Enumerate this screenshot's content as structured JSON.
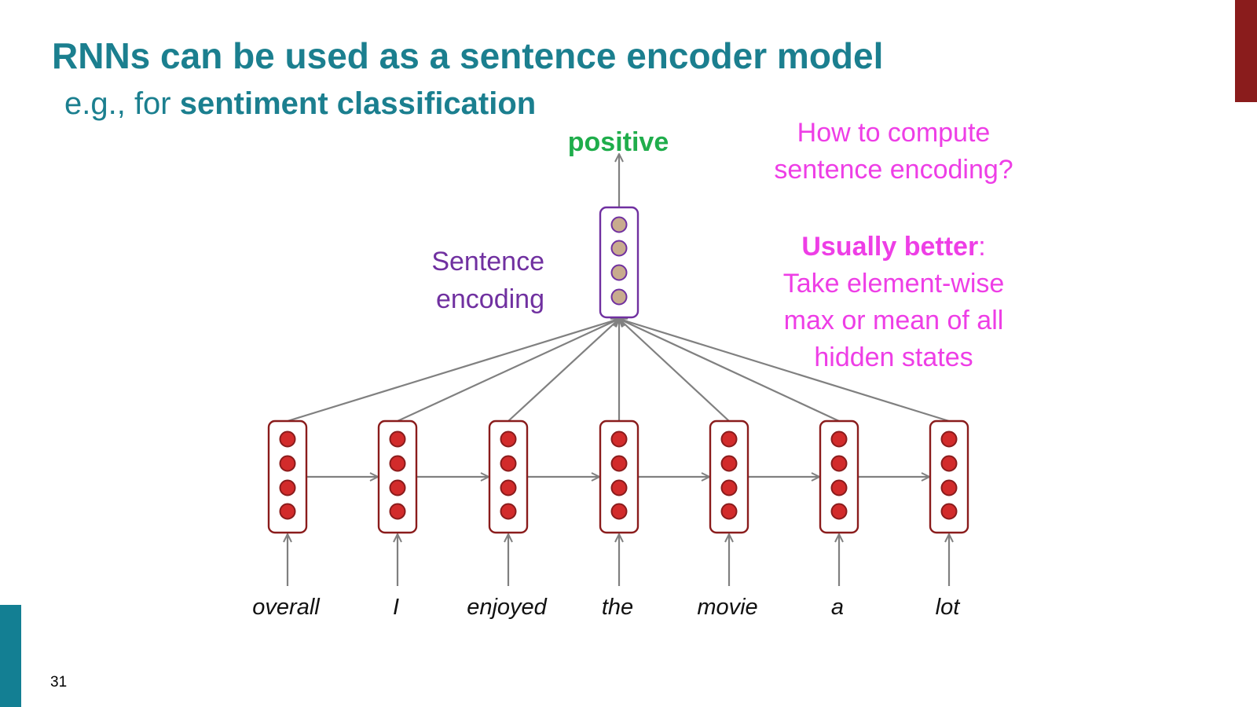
{
  "slide": {
    "title": "RNNs can be used as a sentence encoder model",
    "subtitle_prefix": "e.g., for ",
    "subtitle_bold": "sentiment classification",
    "page_number": "31"
  },
  "diagram": {
    "output_label": "positive",
    "encoding_label_line1": "Sentence",
    "encoding_label_line2": "encoding",
    "words": [
      "overall",
      "I",
      "enjoyed",
      "the",
      "movie",
      "a",
      "lot"
    ],
    "hidden_state_color": "#d22b2b",
    "hidden_state_border": "#8a1c1c",
    "encoding_node_color": "#c8ab8e",
    "encoding_border": "#7030a0",
    "arrow_color": "#808080"
  },
  "notes": {
    "question_line1": "How to compute",
    "question_line2": "sentence encoding?",
    "answer_bold": "Usually better",
    "answer_colon": ":",
    "answer_line1": "Take element-wise",
    "answer_line2": "max or mean of all",
    "answer_line3": "hidden states",
    "color": "#ee3ee6"
  }
}
